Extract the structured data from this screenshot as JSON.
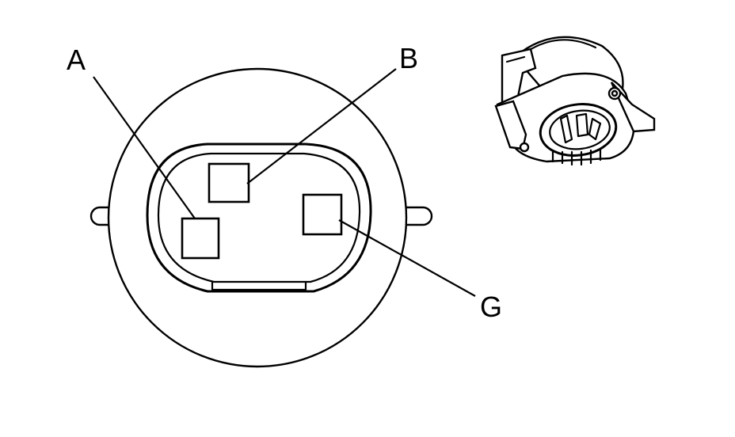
{
  "diagram": {
    "labels": {
      "a": "A",
      "b": "B",
      "g": "G"
    },
    "icons": {
      "connector_face": "connector-face-icon",
      "connector_perspective": "connector-3d-icon"
    }
  }
}
